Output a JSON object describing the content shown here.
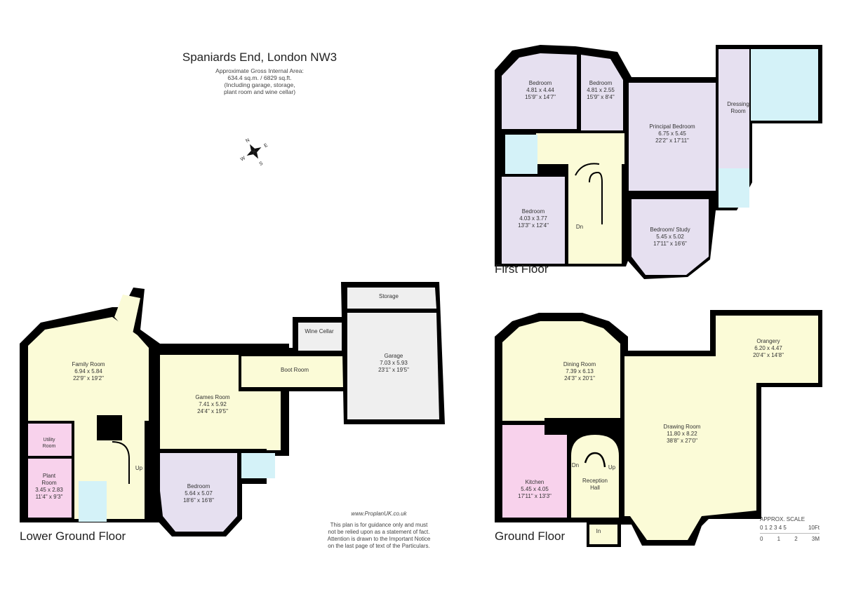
{
  "header": {
    "title": "Spaniards End, London NW3",
    "area_line1": "Approximate Gross Internal Area:",
    "area_line2": "634.4 sq.m. / 6829 sq.ft.",
    "area_line3": "(Including garage, storage,",
    "area_line4": "plant room and wine cellar)"
  },
  "compass": {
    "icon": "compass-rose-icon",
    "letters": [
      "N",
      "E",
      "S",
      "W"
    ]
  },
  "colors": {
    "living": "#fbfbd7",
    "bedroom": "#e6e0f0",
    "bathroom": "#d4f2f8",
    "kitchen": "#f8d2ec",
    "garage": "#efefef",
    "wall": "#000000"
  },
  "floors": {
    "lower_ground": {
      "label": "Lower Ground Floor",
      "rooms": [
        {
          "name": "Family Room",
          "metric": "6.94 x 5.84",
          "imperial": "22'9\" x 19'2\""
        },
        {
          "name": "Games Room",
          "metric": "7.41 x 5.92",
          "imperial": "24'4\" x 19'5\""
        },
        {
          "name": "Boot Room",
          "metric": "",
          "imperial": ""
        },
        {
          "name": "Wine Cellar",
          "metric": "",
          "imperial": ""
        },
        {
          "name": "Storage",
          "metric": "",
          "imperial": ""
        },
        {
          "name": "Garage",
          "metric": "7.03 x 5.93",
          "imperial": "23'1\" x 19'5\""
        },
        {
          "name": "Utility Room",
          "line1": "Utility",
          "line2": "Room"
        },
        {
          "name": "Plant Room",
          "line1": "Plant",
          "line2": "Room",
          "metric": "3.45 x 2.83",
          "imperial": "11'4\" x 9'3\""
        },
        {
          "name": "Bedroom",
          "metric": "5.64 x 5.07",
          "imperial": "18'6\" x 16'8\""
        }
      ],
      "stairs_label": "Up"
    },
    "first": {
      "label": "First Floor",
      "rooms": [
        {
          "name": "Bedroom",
          "metric": "4.81 x 4.44",
          "imperial": "15'9\" x 14'7\""
        },
        {
          "name": "Bedroom",
          "metric": "4.81 x 2.55",
          "imperial": "15'9\" x 8'4\""
        },
        {
          "name": "Principal Bedroom",
          "metric": "6.75 x 5.45",
          "imperial": "22'2\" x 17'11\""
        },
        {
          "name": "Dressing Room",
          "line1": "Dressing",
          "line2": "Room"
        },
        {
          "name": "Bedroom",
          "metric": "4.03 x 3.77",
          "imperial": "13'3\" x 12'4\""
        },
        {
          "name": "Bedroom/ Study",
          "metric": "5.45 x 5.02",
          "imperial": "17'11\" x 16'6\""
        }
      ],
      "stairs_label": "Dn"
    },
    "ground": {
      "label": "Ground Floor",
      "rooms": [
        {
          "name": "Dining Room",
          "metric": "7.39 x 6.13",
          "imperial": "24'3\" x 20'1\""
        },
        {
          "name": "Orangery",
          "metric": "6.20 x 4.47",
          "imperial": "20'4\" x 14'8\""
        },
        {
          "name": "Drawing Room",
          "metric": "11.80 x 8.22",
          "imperial": "38'8\" x 27'0\""
        },
        {
          "name": "Kitchen",
          "metric": "5.45 x 4.05",
          "imperial": "17'11\" x 13'3\""
        },
        {
          "name": "Reception Hall",
          "line1": "Reception",
          "line2": "Hall"
        }
      ],
      "stairs_dn": "Dn",
      "stairs_up": "Up",
      "entrance": "In"
    }
  },
  "disclaimer": {
    "url": "www.ProplanUK.co.uk",
    "line1": "This plan is for guidance only and must",
    "line2": "not be relied upon as a statement of fact.",
    "line3": "Attention is drawn to the Important Notice",
    "line4": "on the last page of text of the Particulars."
  },
  "scale": {
    "title": "APPROX. SCALE",
    "ft_ticks": "0 1 2 3 4 5",
    "ft_end": "10Ft",
    "m_ticks": [
      "0",
      "1",
      "2",
      "3M"
    ]
  }
}
